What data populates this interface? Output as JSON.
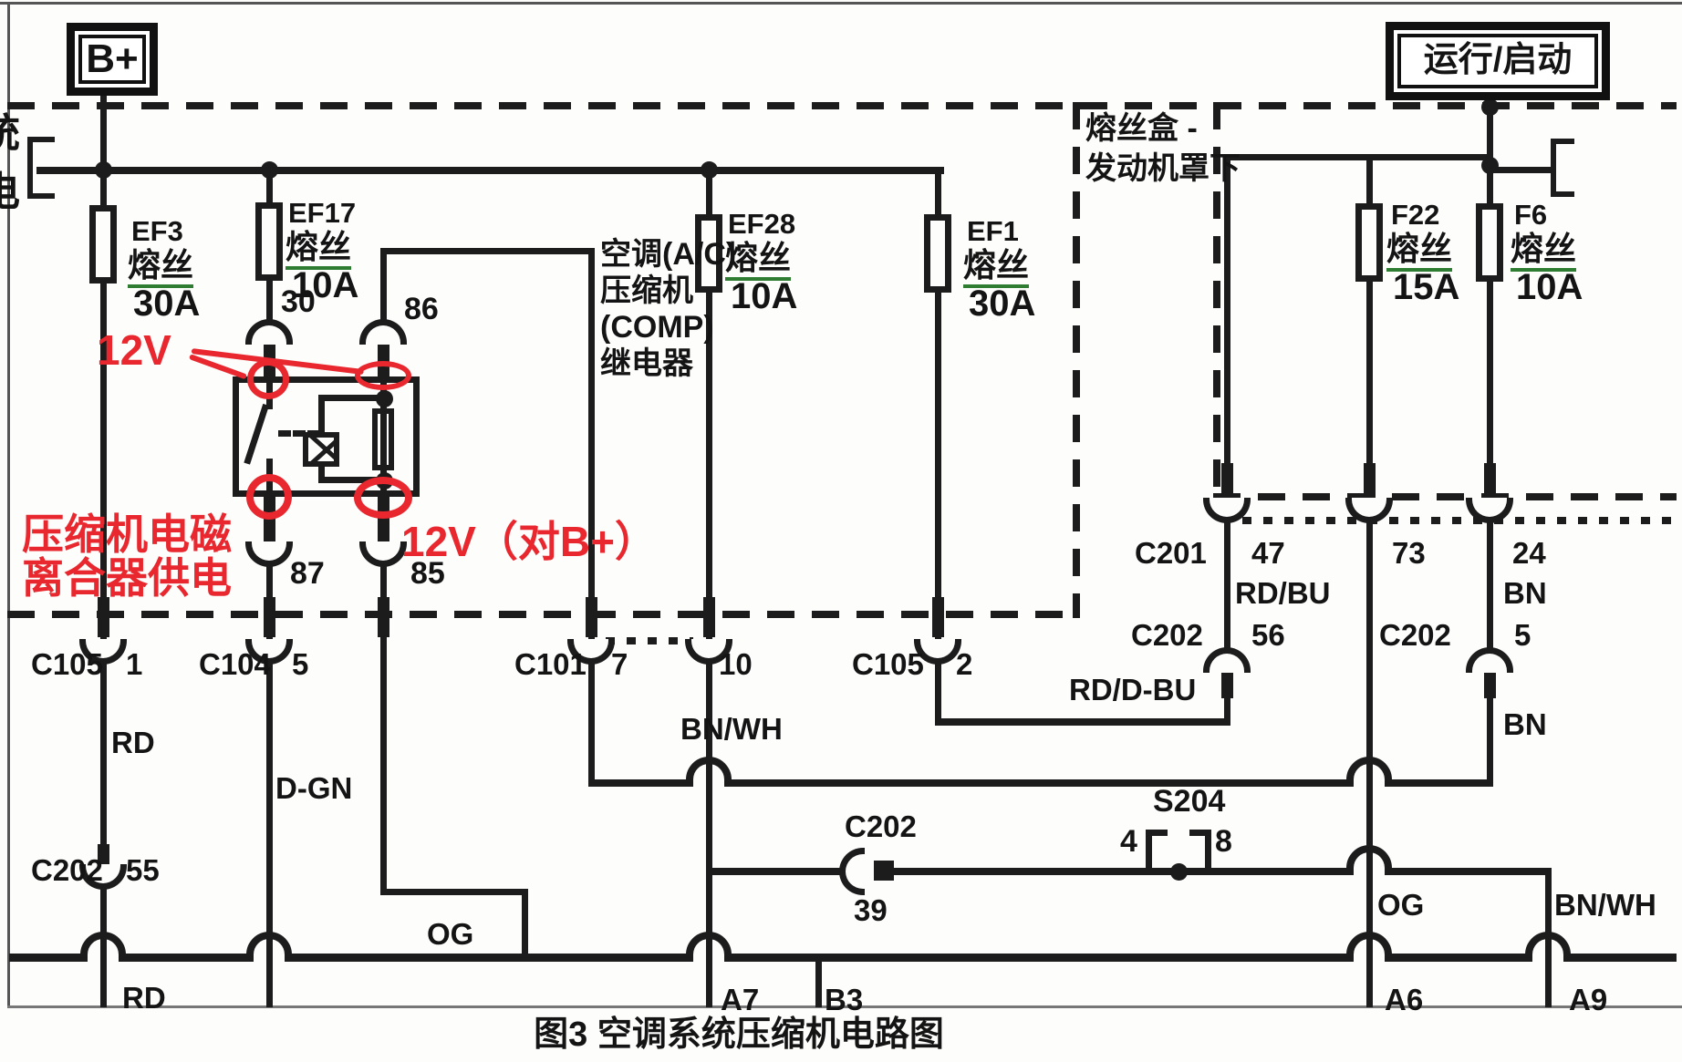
{
  "terminals": {
    "battery": "B+",
    "ignition": "运行/启动",
    "edge_partial_top": "统",
    "edge_partial_bottom": "电"
  },
  "fuse_box": {
    "label_line1": "熔丝盒 -",
    "label_line2": "发动机罩下"
  },
  "fuses": {
    "ef3": {
      "name": "EF3",
      "type": "熔丝",
      "rating": "30A"
    },
    "ef17": {
      "name": "EF17",
      "type": "熔丝",
      "rating": "10A"
    },
    "ef28": {
      "name": "EF28",
      "type": "熔丝",
      "rating": "10A"
    },
    "ef1": {
      "name": "EF1",
      "type": "熔丝",
      "rating": "30A"
    },
    "f22": {
      "name": "F22",
      "type": "熔丝",
      "rating": "15A"
    },
    "f6": {
      "name": "F6",
      "type": "熔丝",
      "rating": "10A"
    }
  },
  "relay": {
    "label_line1": "空调(A/C)",
    "label_line2": "压缩机",
    "label_line3": "(COMP)",
    "label_line4": "继电器",
    "pin30": "30",
    "pin86": "86",
    "pin87": "87",
    "pin85": "85"
  },
  "connectors": {
    "c105_1": {
      "name": "C105",
      "pin": "1"
    },
    "c104_5": {
      "name": "C104",
      "pin": "5"
    },
    "c101_7": {
      "name": "C101",
      "pin": "7"
    },
    "c101_10": {
      "pin": "10"
    },
    "c105_2": {
      "name": "C105",
      "pin": "2"
    },
    "c202_55": {
      "name": "C202",
      "pin": "55"
    },
    "c202_39": {
      "name": "C202",
      "pin": "39"
    },
    "c201_47": {
      "name": "C201",
      "pin": "47"
    },
    "c201_73": {
      "pin": "73"
    },
    "c201_24": {
      "pin": "24"
    },
    "c202_56": {
      "name": "C202",
      "pin": "56"
    },
    "c202_5": {
      "name": "C202",
      "pin": "5"
    }
  },
  "splice": {
    "name": "S204",
    "pin_left": "4",
    "pin_right": "8"
  },
  "wire_colors": {
    "rd_upper": "RD",
    "d_gn": "D-GN",
    "bn_wh_left": "BN/WH",
    "rd_d_bu": "RD/D-BU",
    "rd_bu": "RD/BU",
    "bn_upper": "BN",
    "bn_lower": "BN",
    "og_left": "OG",
    "og_right": "OG",
    "bn_wh_right": "BN/WH",
    "rd_bottom": "RD"
  },
  "ecm_pins": {
    "a7": "A7",
    "b3": "B3",
    "a6": "A6",
    "a9": "A9"
  },
  "annotations": {
    "v12": "12V",
    "clutch_line1": "压缩机电磁",
    "clutch_line2": "离合器供电",
    "v12_vs_b": "12V（对B+）",
    "color": "#e8282e"
  },
  "caption": "图3 空调系统压缩机电路图"
}
